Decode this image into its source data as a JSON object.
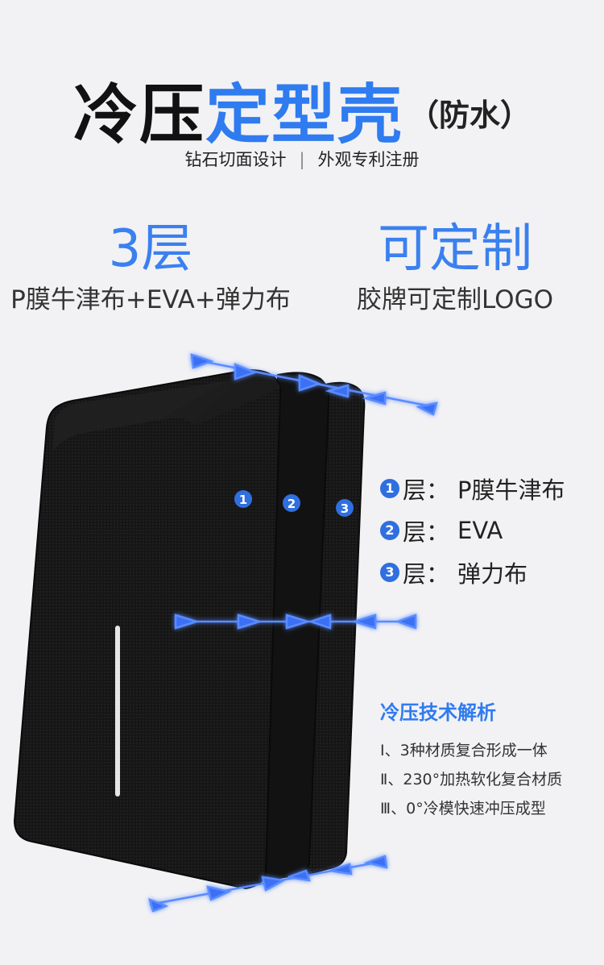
{
  "headline": {
    "part1": "冷压",
    "part2": "定型壳",
    "paren": "（防水）"
  },
  "subline": {
    "left": "钻石切面设计",
    "divider": "|",
    "right": "外观专利注册"
  },
  "features": [
    {
      "big": "3层",
      "desc": "P膜牛津布+EVA+弹力布"
    },
    {
      "big": "可定制",
      "desc": "胶牌可定制LOGO"
    }
  ],
  "layer_markers": [
    "1",
    "2",
    "3"
  ],
  "layers": [
    {
      "num": "1",
      "label": "层：",
      "value": "P膜牛津布"
    },
    {
      "num": "2",
      "label": "层：",
      "value": "EVA"
    },
    {
      "num": "3",
      "label": "层：",
      "value": "弹力布"
    }
  ],
  "tech": {
    "title": "冷压技术解析",
    "items": [
      "Ⅰ、3种材质复合形成一体",
      "Ⅱ、230°加热软化复合材质",
      "Ⅲ、0°冷模快速冲压成型"
    ]
  },
  "colors": {
    "accent": "#2f7bf0",
    "background": "#f2f2f4",
    "shell": "#141414",
    "arrow_glow": "#5a8cff"
  }
}
